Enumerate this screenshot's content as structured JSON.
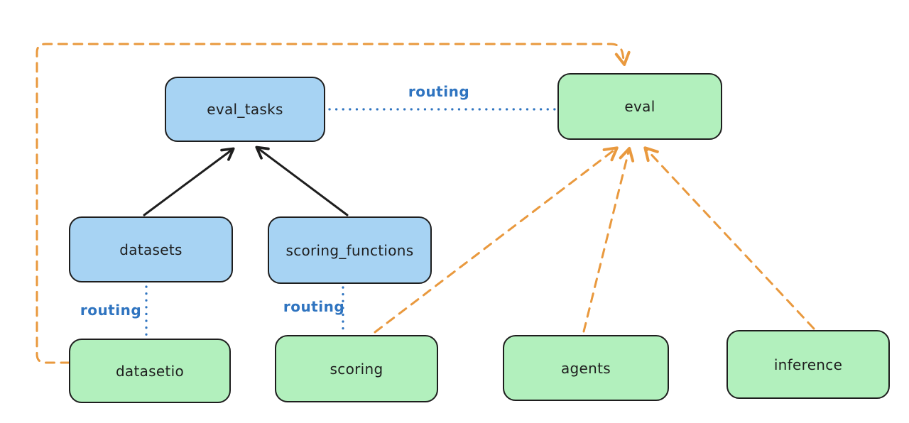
{
  "diagram": {
    "colors": {
      "background": "#ffffff",
      "blue_node_fill": "#a7d3f3",
      "green_node_fill": "#b2f0bd",
      "node_stroke": "#1e1e1e",
      "black_arrow": "#1e1e1e",
      "routing_blue": "#2f74c0",
      "orange_dashed": "#e9993e"
    },
    "nodes": [
      {
        "id": "eval_tasks",
        "label": "eval_tasks",
        "fill": "#a7d3f3"
      },
      {
        "id": "eval",
        "label": "eval",
        "fill": "#b2f0bd"
      },
      {
        "id": "datasets",
        "label": "datasets",
        "fill": "#a7d3f3"
      },
      {
        "id": "scoring_functions",
        "label": "scoring_functions",
        "fill": "#a7d3f3"
      },
      {
        "id": "datasetio",
        "label": "datasetio",
        "fill": "#b2f0bd"
      },
      {
        "id": "scoring",
        "label": "scoring",
        "fill": "#b2f0bd"
      },
      {
        "id": "agents",
        "label": "agents",
        "fill": "#b2f0bd"
      },
      {
        "id": "inference",
        "label": "inference",
        "fill": "#b2f0bd"
      }
    ],
    "edges": [
      {
        "from": "datasets",
        "to": "eval_tasks",
        "style": "solid-black-arrow",
        "label": ""
      },
      {
        "from": "scoring_functions",
        "to": "eval_tasks",
        "style": "solid-black-arrow",
        "label": ""
      },
      {
        "from": "eval_tasks",
        "to": "eval",
        "style": "dotted-blue",
        "label": "routing"
      },
      {
        "from": "datasets",
        "to": "datasetio",
        "style": "dotted-blue",
        "label": "routing"
      },
      {
        "from": "scoring_functions",
        "to": "scoring",
        "style": "dotted-blue",
        "label": "routing"
      },
      {
        "from": "datasetio",
        "to": "eval",
        "style": "dashed-orange-arrow",
        "label": ""
      },
      {
        "from": "scoring",
        "to": "eval",
        "style": "dashed-orange-arrow",
        "label": ""
      },
      {
        "from": "agents",
        "to": "eval",
        "style": "dashed-orange-arrow",
        "label": ""
      },
      {
        "from": "inference",
        "to": "eval",
        "style": "dashed-orange-arrow",
        "label": ""
      }
    ]
  }
}
